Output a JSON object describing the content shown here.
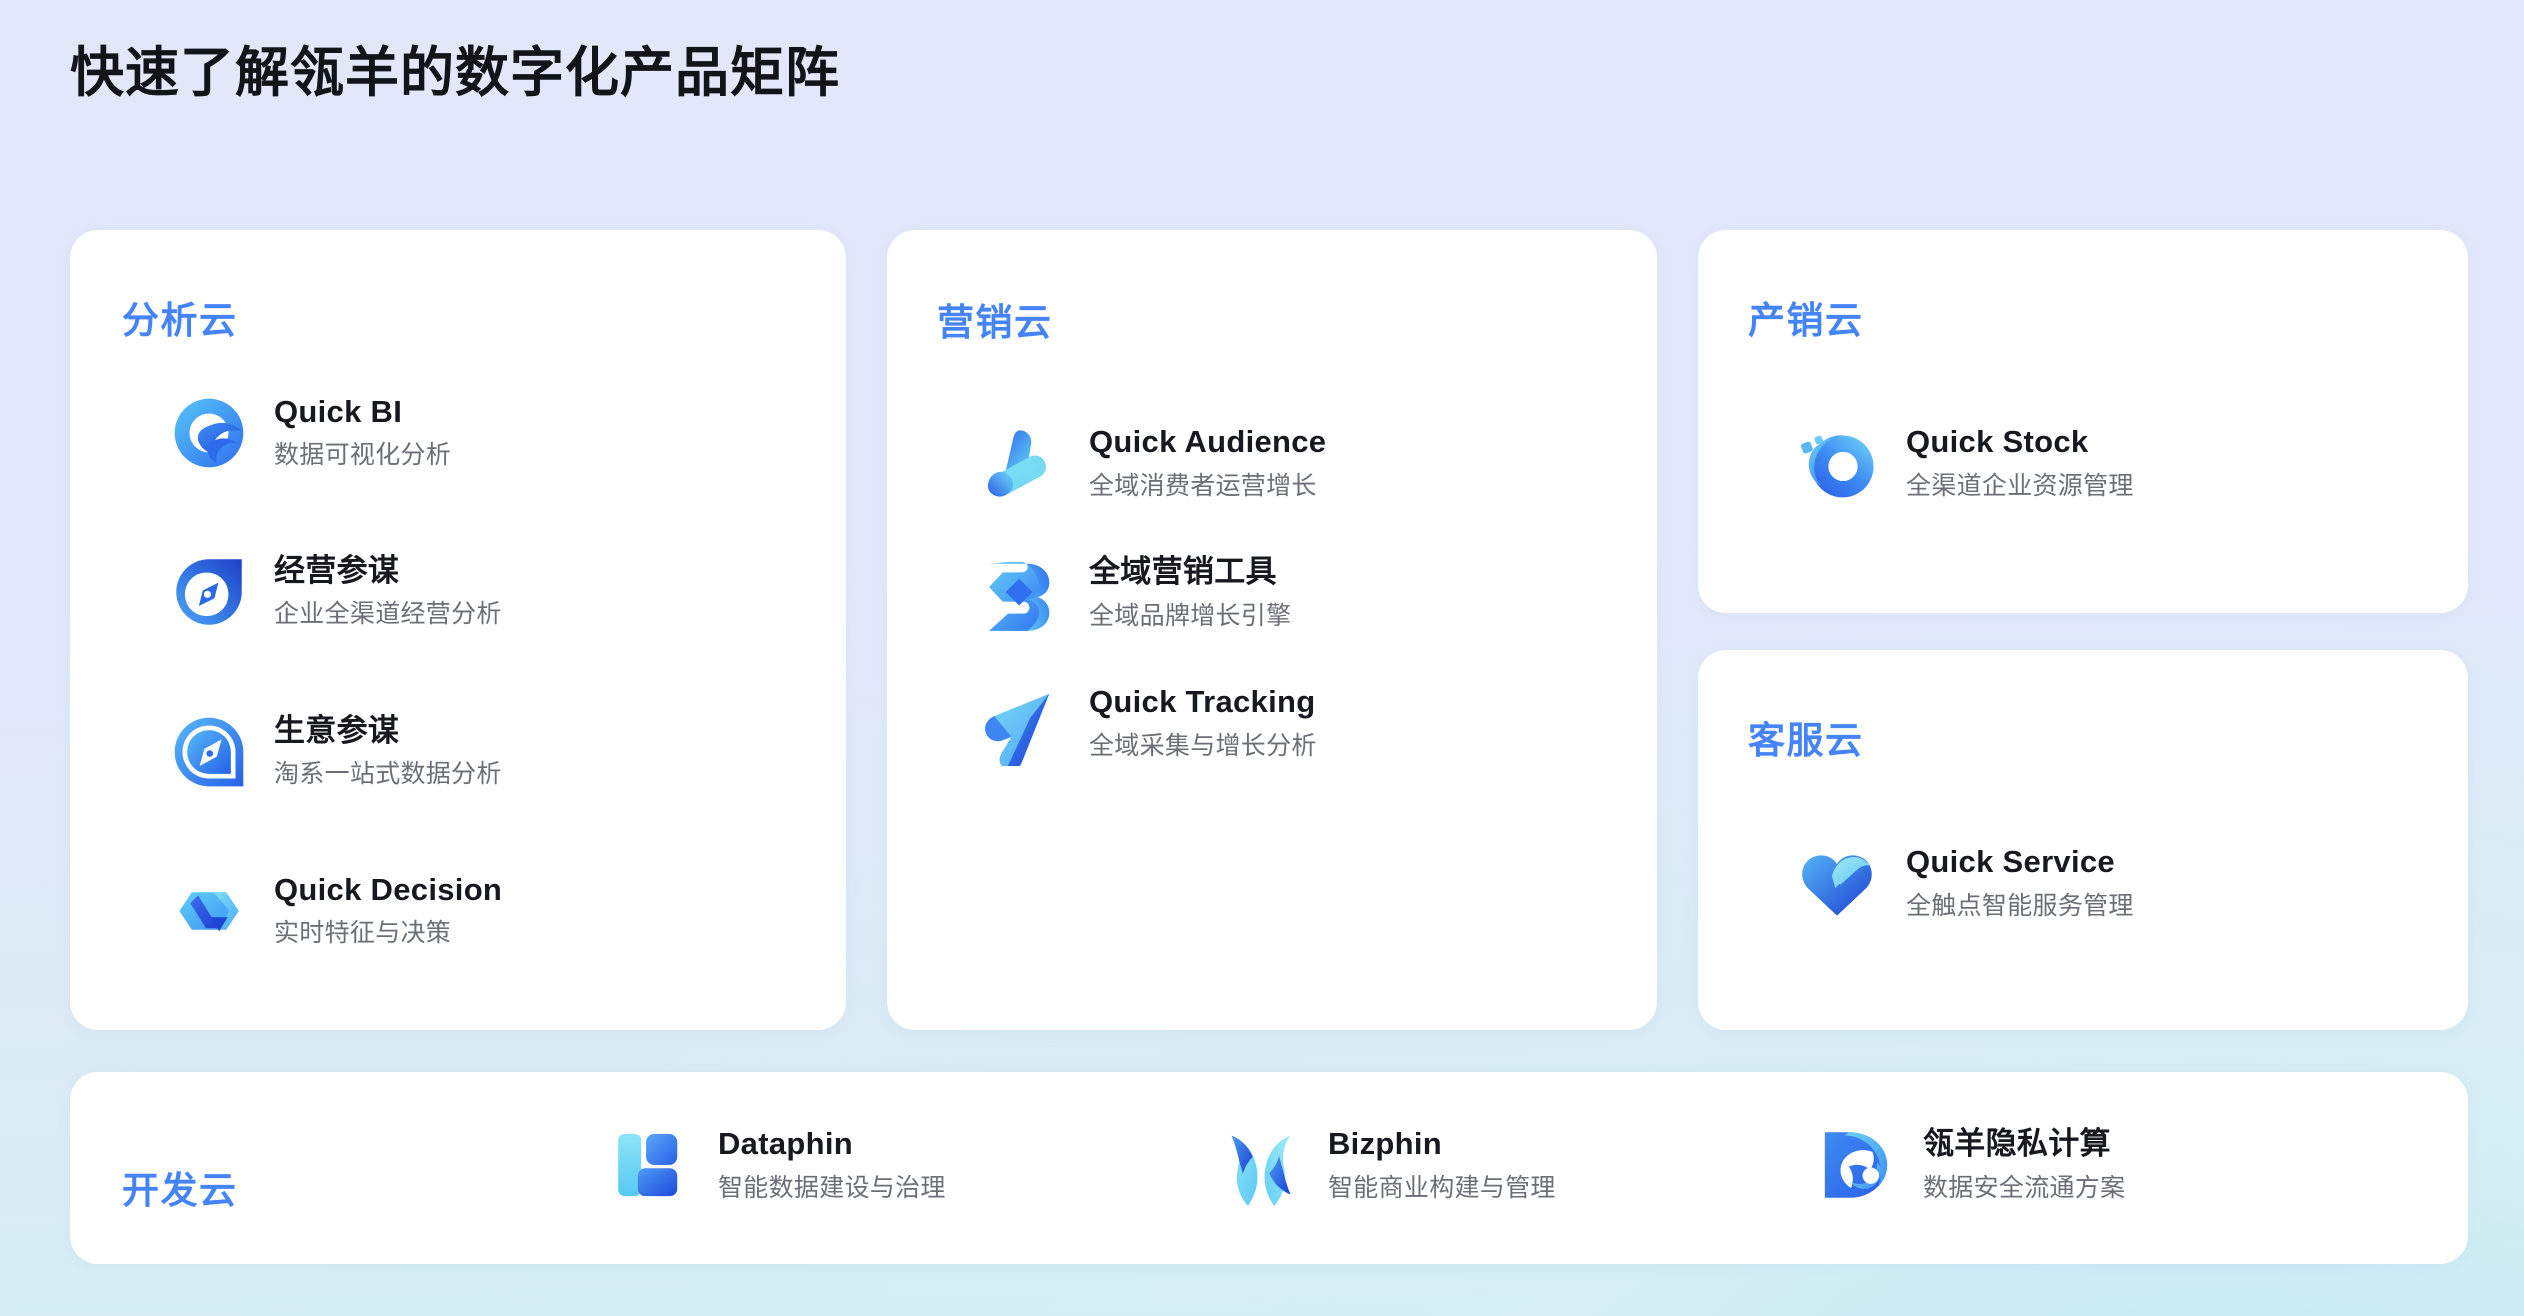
{
  "page": {
    "title": "快速了解瓴羊的数字化产品矩阵",
    "accent_color": "#4584f6",
    "title_color": "#111418",
    "desc_color": "#6b7076",
    "card_bg": "#ffffff",
    "bg_top": "#e2e8fa",
    "bg_bottom": "#d0eef3"
  },
  "cards": {
    "analysis": {
      "title": "分析云",
      "products": [
        {
          "name": "Quick BI",
          "desc": "数据可视化分析",
          "icon": "quick-bi-icon"
        },
        {
          "name": "经营参谋",
          "desc": "企业全渠道经营分析",
          "icon": "jingying-canmou-icon"
        },
        {
          "name": "生意参谋",
          "desc": "淘系一站式数据分析",
          "icon": "shengyi-canmou-icon"
        },
        {
          "name": "Quick Decision",
          "desc": "实时特征与决策",
          "icon": "quick-decision-icon"
        }
      ]
    },
    "marketing": {
      "title": "营销云",
      "products": [
        {
          "name": "Quick Audience",
          "desc": "全域消费者运营增长",
          "icon": "quick-audience-icon"
        },
        {
          "name": "全域营销工具",
          "desc": "全域品牌增长引擎",
          "icon": "quanyu-marketing-icon"
        },
        {
          "name": "Quick Tracking",
          "desc": "全域采集与增长分析",
          "icon": "quick-tracking-icon"
        }
      ]
    },
    "supply": {
      "title": "产销云",
      "products": [
        {
          "name": "Quick Stock",
          "desc": "全渠道企业资源管理",
          "icon": "quick-stock-icon"
        }
      ]
    },
    "service": {
      "title": "客服云",
      "products": [
        {
          "name": "Quick Service",
          "desc": "全触点智能服务管理",
          "icon": "quick-service-icon"
        }
      ]
    },
    "dev": {
      "title": "开发云",
      "products": [
        {
          "name": "Dataphin",
          "desc": "智能数据建设与治理",
          "icon": "dataphin-icon"
        },
        {
          "name": "Bizphin",
          "desc": "智能商业构建与管理",
          "icon": "bizphin-icon"
        },
        {
          "name": "瓴羊隐私计算",
          "desc": "数据安全流通方案",
          "icon": "privacy-compute-icon"
        }
      ]
    }
  }
}
